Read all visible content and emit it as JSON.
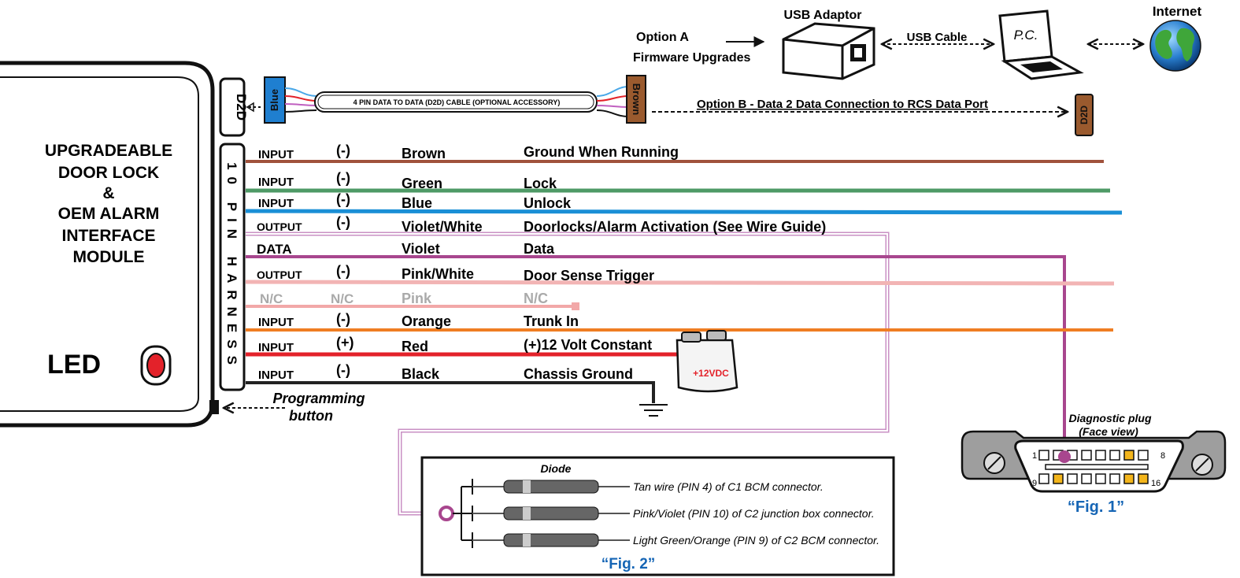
{
  "module": {
    "title_lines": [
      "UPGRADEABLE",
      "DOOR LOCK",
      "&",
      "OEM ALARM",
      "INTERFACE",
      "MODULE"
    ],
    "led_label": "LED",
    "programming_label_lines": [
      "Programming",
      "button"
    ]
  },
  "d2d_port": {
    "label": "D2D"
  },
  "harness": {
    "label": "10 PIN HARNESS"
  },
  "cable": {
    "label": "4 PIN DATA TO DATA (D2D) CABLE (OPTIONAL ACCESSORY)",
    "left_connector": "Blue",
    "right_connector": "Brown"
  },
  "option_a": {
    "lines": [
      "Option A",
      "Firmware Upgrades"
    ],
    "usb_adaptor": "USB Adaptor",
    "usb_cable": "USB Cable",
    "pc": "P.C.",
    "internet": "Internet"
  },
  "option_b": {
    "label": "Option B - Data 2 Data Connection to RCS Data Port",
    "connector": "D2D"
  },
  "wires": [
    {
      "type": "INPUT",
      "polarity": "(-)",
      "color_name": "Brown",
      "function": "Ground When Running",
      "color": "#a0523c"
    },
    {
      "type": "INPUT",
      "polarity": "(-)",
      "color_name": "Green",
      "function": "Lock",
      "color": "#4e9a66"
    },
    {
      "type": "INPUT",
      "polarity": "(-)",
      "color_name": "Blue",
      "function": "Unlock",
      "color": "#1a8fd6"
    },
    {
      "type": "OUTPUT",
      "polarity": "(-)",
      "color_name": "Violet/White",
      "function": "Doorlocks/Alarm Activation (See Wire Guide)",
      "color": "#c990c4"
    },
    {
      "type": "DATA",
      "polarity": "",
      "color_name": "Violet",
      "function": "Data",
      "color": "#a8468e"
    },
    {
      "type": "OUTPUT",
      "polarity": "(-)",
      "color_name": "Pink/White",
      "function": "Door Sense Trigger",
      "color": "#f2b4b4"
    },
    {
      "type": "N/C",
      "polarity": "N/C",
      "color_name": "Pink",
      "function": "N/C",
      "color": "#f2a8a8"
    },
    {
      "type": "INPUT",
      "polarity": "(-)",
      "color_name": "Orange",
      "function": "Trunk In",
      "color": "#ef7d22"
    },
    {
      "type": "INPUT",
      "polarity": "(+)",
      "color_name": "Red",
      "function": "(+)12 Volt Constant",
      "color": "#e3222a"
    },
    {
      "type": "INPUT",
      "polarity": "(-)",
      "color_name": "Black",
      "function": "Chassis Ground",
      "color": "#222222"
    }
  ],
  "battery": {
    "label": "+12VDC"
  },
  "fig1": {
    "caption": "“Fig. 1”",
    "title_lines": [
      "Diagnostic plug",
      "(Face view)"
    ],
    "pin_labels": [
      "1",
      "8",
      "9",
      "16"
    ],
    "caption_color": "#1565b5"
  },
  "fig2": {
    "caption": "“Fig. 2”",
    "diode_label": "Diode",
    "connections": [
      "Tan wire (PIN 4) of C1 BCM connector.",
      "Pink/Violet (PIN 10) of C2 junction box connector.",
      "Light Green/Orange (PIN 9) of C2 BCM connector."
    ]
  }
}
